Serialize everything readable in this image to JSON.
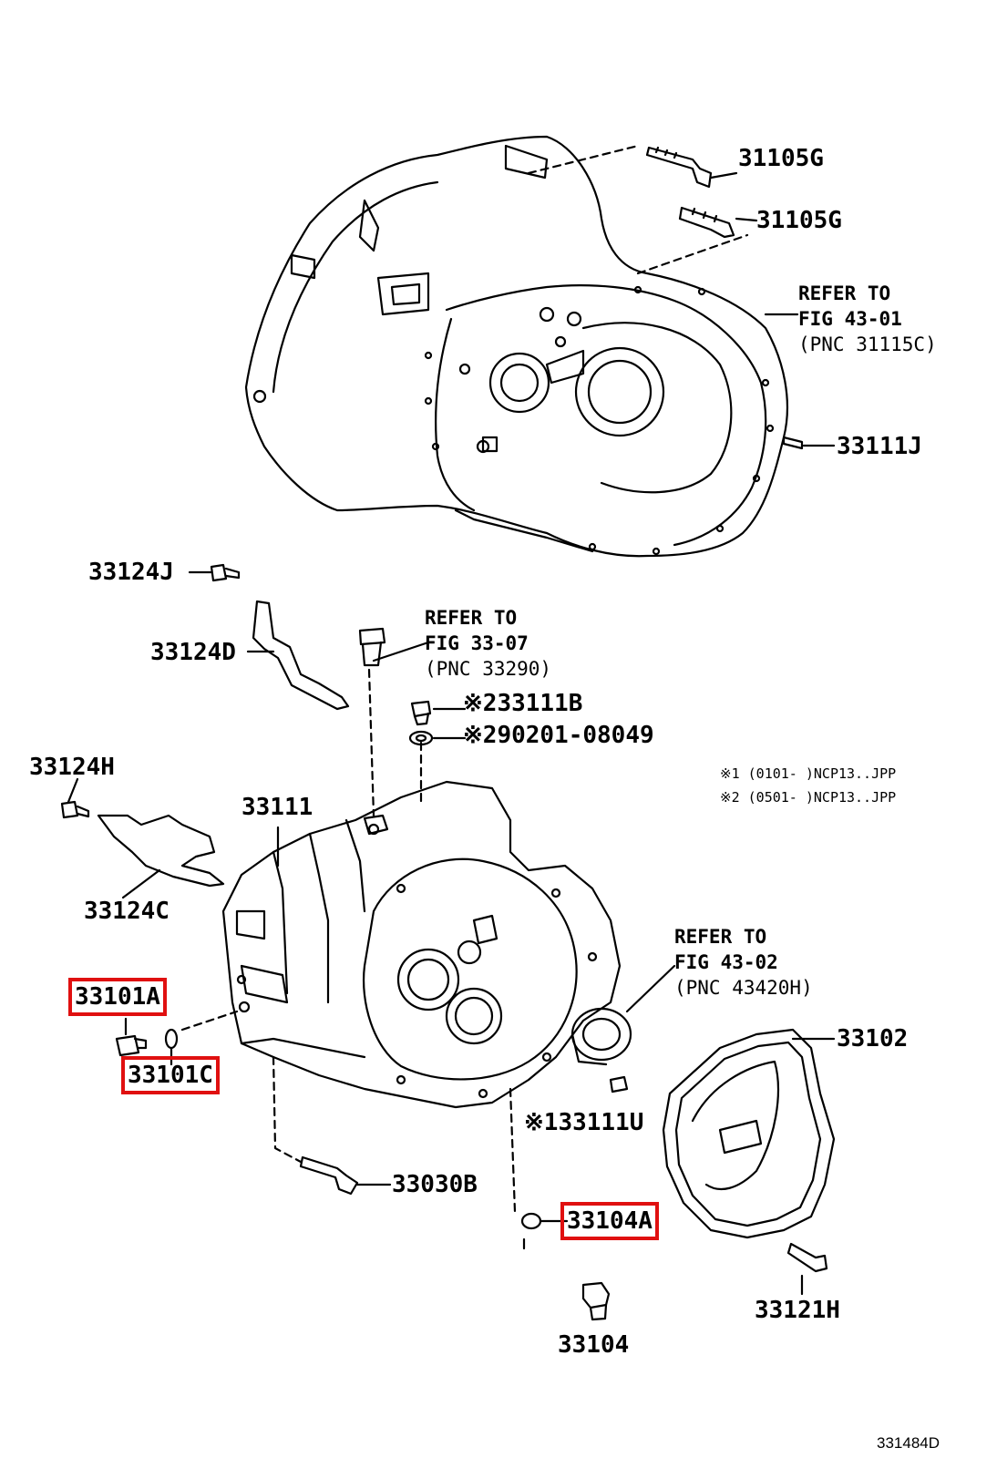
{
  "labels": {
    "p31105g_a": "31105G",
    "p31105g_b": "31105G",
    "p31111j": "33111J",
    "p33124j": "33124J",
    "p33124d": "33124D",
    "p33111b": "※233111B",
    "p290201": "※290201-08049",
    "p33124h": "33124H",
    "p33111": "33111",
    "p33124c": "33124C",
    "p33101a": "33101A",
    "p33101c": "33101C",
    "p33102": "33102",
    "p33111u": "※133111U",
    "p33030b": "33030B",
    "p33104a": "33104A",
    "p33121h": "33121H",
    "p33104": "33104"
  },
  "refs": {
    "ref1": {
      "l1": "REFER TO",
      "l2": "FIG 43-01",
      "l3": "(PNC 31115C)"
    },
    "ref2": {
      "l1": "REFER TO",
      "l2": "FIG 33-07",
      "l3": "(PNC 33290)"
    },
    "ref3": {
      "l1": "REFER TO",
      "l2": "FIG 43-02",
      "l3": "(PNC 43420H)"
    }
  },
  "notes": {
    "n1": "※1 (0101-     )NCP13..JPP",
    "n2": "※2 (0501-     )NCP13..JPP"
  },
  "figure_id": "331484D",
  "highlight_color": "#e01010"
}
